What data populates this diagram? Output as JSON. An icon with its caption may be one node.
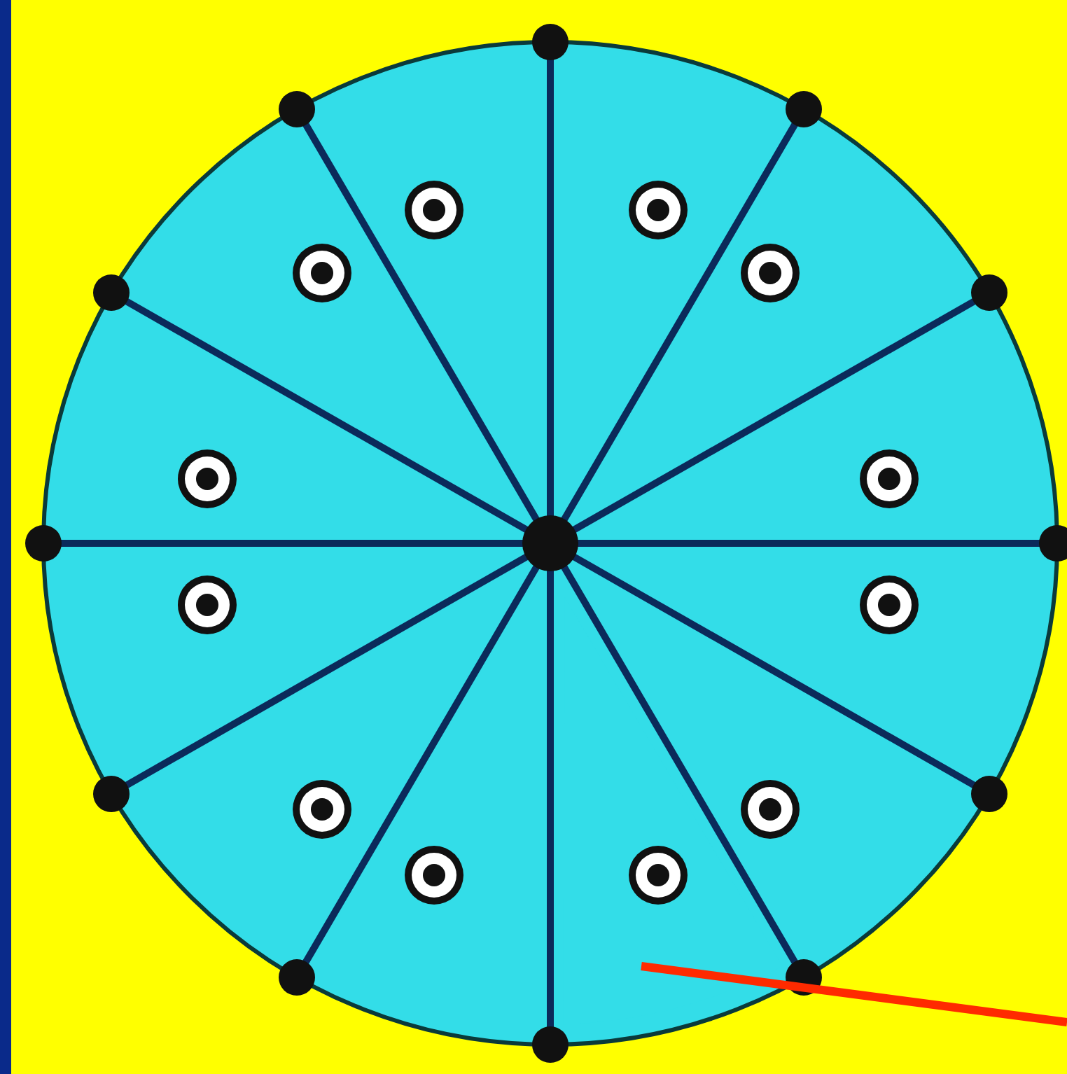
{
  "diagram": {
    "nodes": [
      {
        "text": [],
        "shape": "circle"
      },
      {
        "text": [],
        "shape": "wedge",
        "in": 0
      }
    ],
    "edges": [
      {
        "from": null,
        "to": 1,
        "arrow": "none",
        "color": "#ff2a00"
      }
    ]
  }
}
